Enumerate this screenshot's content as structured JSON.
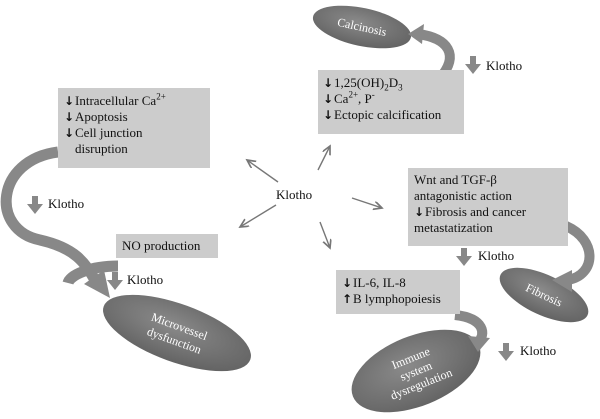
{
  "center": {
    "label": "Klotho"
  },
  "box_left": {
    "line1": "Intracellular Ca",
    "line1_sup": "2+",
    "line2": "Apoptosis",
    "line3": "Cell junction",
    "line4": "disruption"
  },
  "box_top": {
    "line1_a": "1,25(OH)",
    "line1_sub1": "2",
    "line1_b": "D",
    "line1_sub2": "3",
    "line2_a": "Ca",
    "line2_sup1": "2+",
    "line2_b": ", P",
    "line2_sup2": "-",
    "line3": "Ectopic calcification"
  },
  "box_right": {
    "line1": "Wnt and TGF-β",
    "line2": "antagonistic action",
    "line3": "Fibrosis and cancer",
    "line4": "metastatization"
  },
  "box_no": {
    "line1": "NO production"
  },
  "box_il": {
    "line1": "IL-6, IL-8",
    "line2": "B lymphopoiesis"
  },
  "ellipses": {
    "calcinosis": "Calcinosis",
    "fibrosis": "Fibrosis",
    "microvessel_1": "Microvessel",
    "microvessel_2": "dysfunction",
    "immune_1": "Immune",
    "immune_2": "system",
    "immune_3": "dysregulation"
  },
  "klotho_labels": {
    "top": "Klotho",
    "left": "Klotho",
    "mid": "Klotho",
    "right": "Klotho",
    "bottom": "Klotho"
  },
  "colors": {
    "box": "#cccccc",
    "arrow": "#888888",
    "ellipse": "#777777"
  }
}
